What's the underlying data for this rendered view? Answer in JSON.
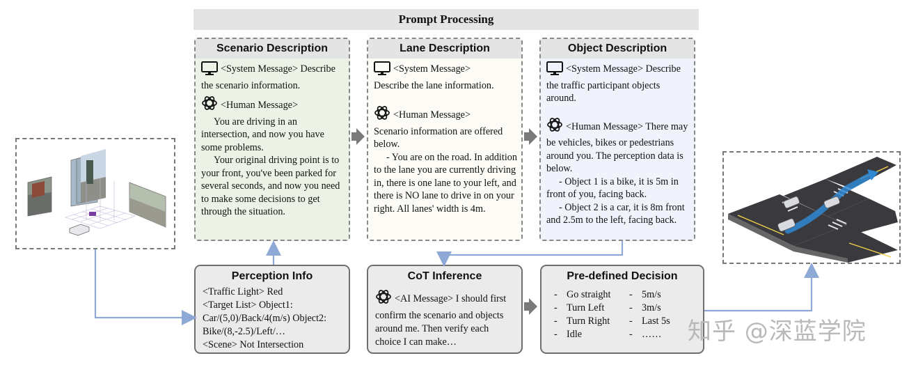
{
  "banner": {
    "title": "Prompt Processing"
  },
  "panels": {
    "scenario": {
      "title": "Scenario Description",
      "system_tag": "<System Message>",
      "system_text": "Describe the scenario information.",
      "human_tag": "<Human Message>",
      "human_p1": "You are driving in an intersection, and now you have some problems.",
      "human_p2": "Your original driving point is to your front, you've been parked for several seconds, and now you need to make some decisions to get through the situation."
    },
    "lane": {
      "title": "Lane Description",
      "system_tag": "<System Message>",
      "system_text": "Describe the lane information.",
      "human_tag": "<Human Message>",
      "human_intro": "Scenario information are offered below.",
      "human_detail": "- You are on the road. In addition to the lane you are currently driving in, there is one lane to your left, and there is NO lane to drive in on your right. All lanes' width is 4m."
    },
    "object": {
      "title": "Object Description",
      "system_tag": "<System Message>",
      "system_text": "Describe the traffic participant objects around.",
      "human_tag": "<Human Message>",
      "human_intro": "There may be vehicles, bikes or pedestrians around you. The perception data is below.",
      "obj1": "- Object 1 is a bike, it is 5m in front of you, facing back.",
      "obj2": "- Object 2 is a car, it is 8m front and 2.5m to the left, facing back."
    }
  },
  "boxes": {
    "perception": {
      "title": "Perception Info",
      "line1": "<Traffic Light> Red",
      "line2": "<Target List> Object1: Car/(5,0)/Back/4(m/s) Object2: Bike/(8,-2.5)/Left/…",
      "line3": "<Scene> Not Intersection"
    },
    "cot": {
      "title": "CoT Inference",
      "ai_tag": "<AI Message>",
      "ai_text": "I should first confirm the scenario and objects around me. Then verify each choice I can make…"
    },
    "decision": {
      "title": "Pre-defined Decision",
      "rows": [
        {
          "dash": "-",
          "action": "Go straight",
          "dash2": "-",
          "value": "5m/s"
        },
        {
          "dash": "-",
          "action": "Turn Left",
          "dash2": "-",
          "value": "3m/s"
        },
        {
          "dash": "-",
          "action": "Turn Right",
          "dash2": "-",
          "value": "Last 5s"
        },
        {
          "dash": "-",
          "action": "Idle",
          "dash2": "-",
          "value": "……"
        }
      ]
    }
  },
  "watermark": "知乎 @深蓝学院",
  "colors": {
    "connector": "#8fa9d6",
    "arrow_gray": "#7a7a7a",
    "road_blue": "#2f88d4"
  }
}
